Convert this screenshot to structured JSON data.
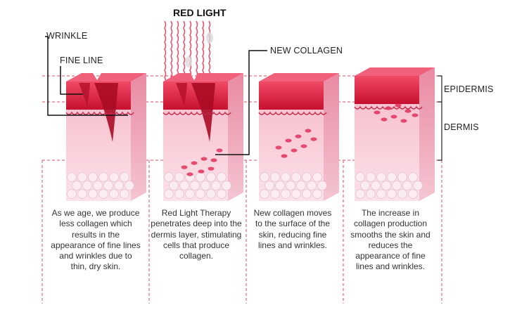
{
  "title": "RED LIGHT",
  "labels": {
    "wrinkle": "WRINKLE",
    "fine_line": "FINE LINE",
    "new_collagen": "NEW COLLAGEN",
    "epidermis": "EPIDERMIS",
    "dermis": "DERMIS"
  },
  "captions": [
    "As we age, we produce less collagen which results in the appearance of fine lines and wrinkles due to thin, dry skin.",
    "Red Light Therapy penetrates deep into the dermis layer, stimulating cells that produce collagen.",
    "New collagen moves to the surface of the skin, reducing fine lines and wrinkles.",
    "The increase in collagen production smooths the skin and reduces the appearance of fine lines and wrinkles."
  ],
  "colors": {
    "guide": "#e04a5e",
    "epidermis": "#d81f3f",
    "dermis": "#f5b8c6",
    "collagen": "#e13a64",
    "red_light": "#e8324e",
    "leader": "#111111"
  }
}
